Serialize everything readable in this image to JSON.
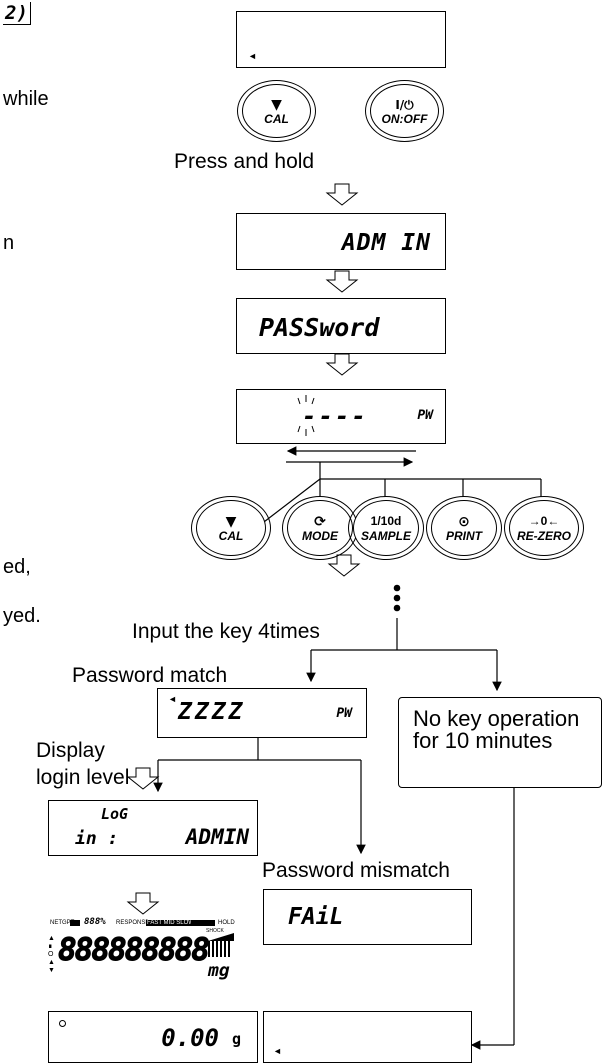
{
  "header_fragment": "2)",
  "left_fragments": {
    "while": "while",
    "n": "n",
    "ed": "ed,",
    "yed": "yed."
  },
  "labels": {
    "press_and_hold": "Press and hold",
    "input_key": "Input the key 4times",
    "password_match": "Password  match",
    "display": "Display",
    "login_level": "login level",
    "password_mismatch": "Password  mismatch"
  },
  "displays": {
    "admin": "ADM IN",
    "password": "PASSword",
    "pw_dashes": "----",
    "pw_tag": "PW",
    "entered": "ZZZZ",
    "log": "LoG",
    "in_admin_left": "in  :",
    "in_admin_right": "ADMIN",
    "fail": "FAiL",
    "weight": "0.00",
    "weight_unit": "g",
    "full_segments": "888888888",
    "full_small": "888%",
    "full_tags": "NETGPT",
    "full_response": "RESPONSE",
    "full_speed": "FAST MID SLOW",
    "full_hold": "HOLD",
    "full_shock": "SHOCK",
    "full_unit": "mg"
  },
  "keys": {
    "cal": "CAL",
    "onoff_top": "I/⏻",
    "onoff": "ON:OFF",
    "mode": "MODE",
    "sample_top": "1/10d",
    "sample": "SAMPLE",
    "print": "PRINT",
    "rezero_top": "→0←",
    "rezero": "RE-ZERO"
  },
  "notes": {
    "no_key": "No key operation for 10 minutes"
  }
}
